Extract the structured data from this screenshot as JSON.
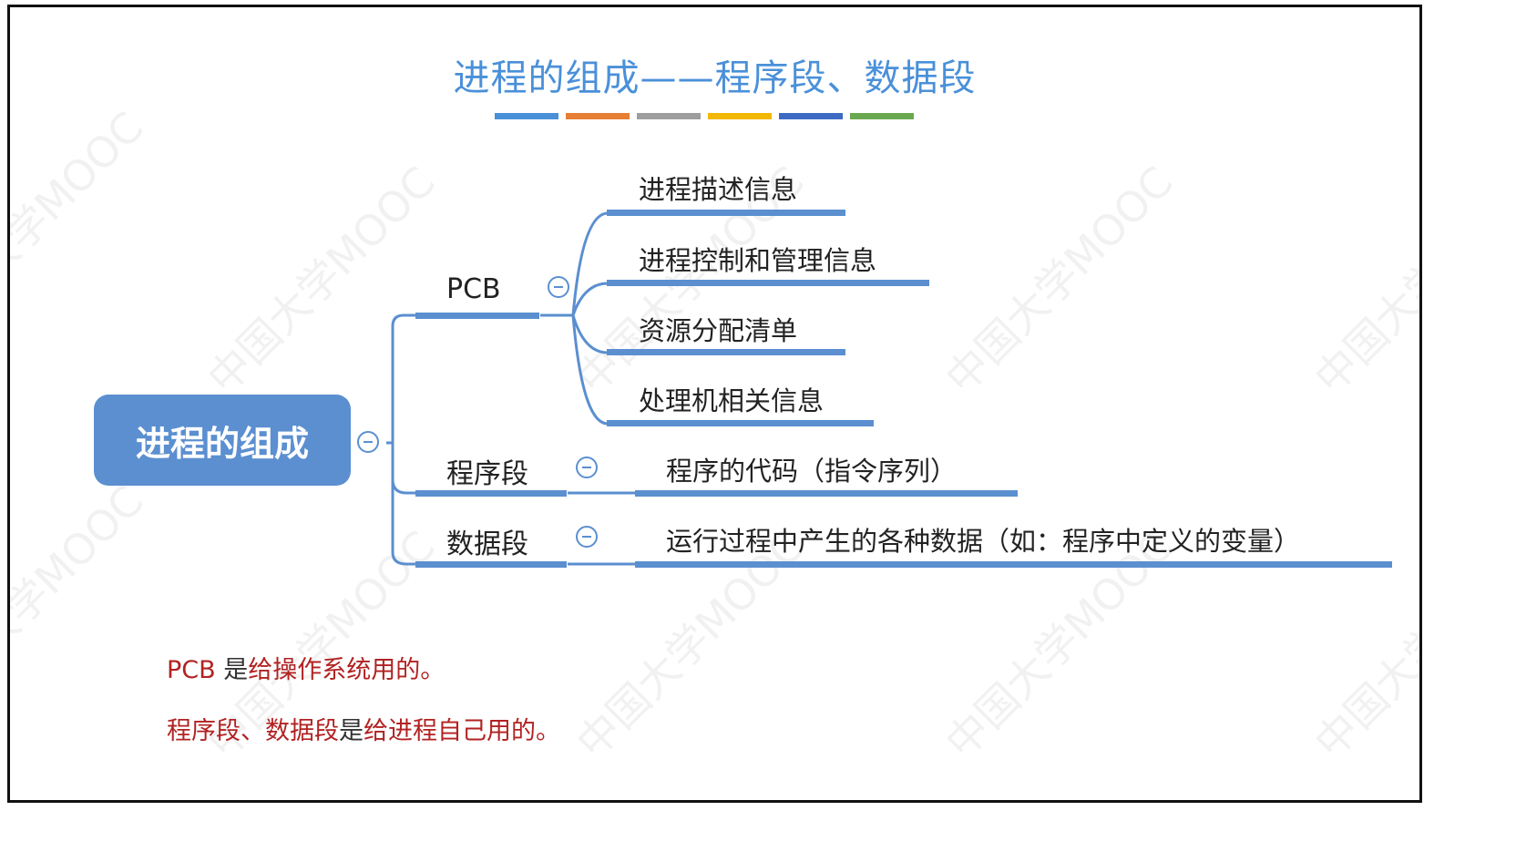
{
  "title": "进程的组成——程序段、数据段",
  "watermark": "中国大学MOOC",
  "color_bars": [
    "#4a90d9",
    "#e67e33",
    "#9e9e9e",
    "#f2b705",
    "#3d6bc4",
    "#6aa84f"
  ],
  "mindmap": {
    "root": "进程的组成",
    "branches": [
      {
        "label": "PCB",
        "children": [
          "进程描述信息",
          "进程控制和管理信息",
          "资源分配清单",
          "处理机相关信息"
        ]
      },
      {
        "label": "程序段",
        "children": [
          "程序的代码（指令序列）"
        ]
      },
      {
        "label": "数据段",
        "children": [
          "运行过程中产生的各种数据（如：程序中定义的变量）"
        ]
      }
    ]
  },
  "notes": {
    "line1": {
      "pcb": "PCB ",
      "is": "是",
      "rest": "给操作系统用的。"
    },
    "line2": {
      "segs": "程序段、数据段",
      "is": "是",
      "rest": "给进程自己用的。"
    }
  },
  "colors": {
    "accent": "#5b8fd0",
    "title": "#4a90d9",
    "note_red": "#b22222"
  }
}
